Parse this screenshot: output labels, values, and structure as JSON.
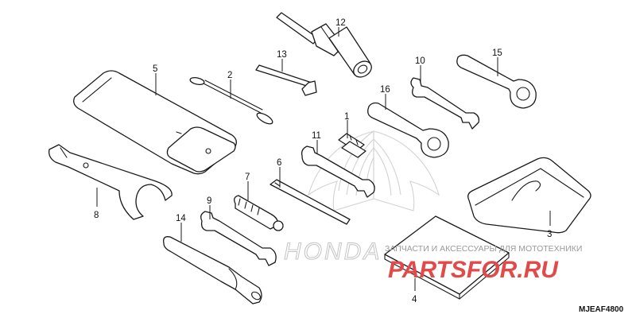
{
  "diagram": {
    "parts": [
      {
        "number": "1"
      },
      {
        "number": "2"
      },
      {
        "number": "3"
      },
      {
        "number": "4"
      },
      {
        "number": "5"
      },
      {
        "number": "6"
      },
      {
        "number": "7"
      },
      {
        "number": "8"
      },
      {
        "number": "9"
      },
      {
        "number": "10"
      },
      {
        "number": "11"
      },
      {
        "number": "12"
      },
      {
        "number": "13"
      },
      {
        "number": "14"
      },
      {
        "number": "15"
      },
      {
        "number": "16"
      }
    ],
    "diagram_code": "MJEAF4800"
  },
  "watermark": {
    "subtitle": "ЗАПЧАСТИ И АКСЕССУАРЫ ДЛЯ МОТОТЕХНИКИ",
    "brand": "PARTSFOR.RU",
    "logo_text": "HONDA"
  },
  "colors": {
    "line": "#1a1a1a",
    "brand_red": "#e24a4a",
    "watermark_gray": "#c4c4c4"
  }
}
